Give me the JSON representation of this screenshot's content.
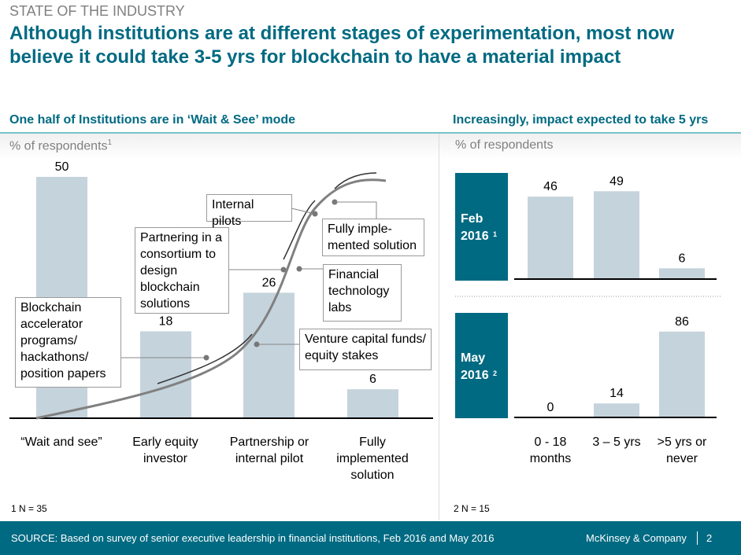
{
  "kicker": "STATE OF THE INDUSTRY",
  "headline": "Although institutions are at different stages of experimentation, most now believe it could take 3-5 yrs for blockchain to have a material impact",
  "colors": {
    "teal": "#006a82",
    "bar": "#c5d3dc",
    "curve": "#808080"
  },
  "chart_data": [
    {
      "type": "bar",
      "title": "One half of Institutions are in ‘Wait & See’ mode",
      "ylabel": "% of respondents",
      "ylabel_sup": "1",
      "categories": [
        "“Wait and see”",
        "Early equity investor",
        "Partnership or internal pilot",
        "Fully implemented solution"
      ],
      "values": [
        50,
        18,
        26,
        6
      ],
      "ylim": [
        0,
        50
      ],
      "annotations": [
        "Blockchain accelerator programs/ hackathons/ position papers",
        "Partnering in a consortium to design blockchain solutions",
        "Internal pilots",
        "Fully imple-mented solution",
        "Financial technology labs",
        "Venture capital funds/ equity stakes"
      ],
      "footnote": "1 N = 35"
    },
    {
      "type": "bar",
      "title": "Increasingly, impact expected to take 5 yrs",
      "ylabel": "% of respondents",
      "categories": [
        "0 - 18 months",
        "3 – 5 yrs",
        ">5 yrs or never"
      ],
      "series": [
        {
          "name": "Feb 2016",
          "sup": "1",
          "values": [
            46,
            49,
            6
          ]
        },
        {
          "name": "May 2016",
          "sup": "2",
          "values": [
            0,
            14,
            86
          ]
        }
      ],
      "footnote": "2 N = 15"
    }
  ],
  "footer": {
    "source": "SOURCE: Based on survey of senior executive leadership in financial institutions, Feb 2016 and May 2016",
    "brand": "McKinsey & Company",
    "page": "2"
  }
}
